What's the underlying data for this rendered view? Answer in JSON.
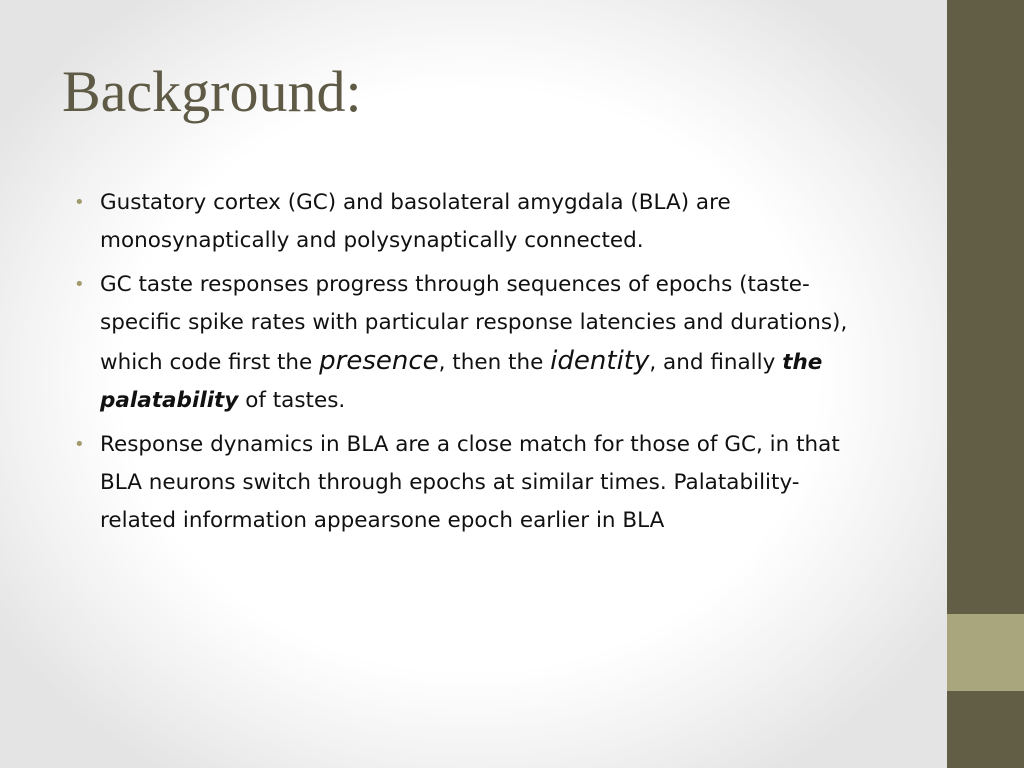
{
  "slide": {
    "title": "Background:",
    "bullets": [
      {
        "text": "Gustatory cortex (GC) and basolateral amygdala (BLA) are monosynaptically  and polysynaptically connected."
      },
      {
        "part1": "GC taste responses progress through sequences of epochs (taste-specific spike rates with particular response latencies and durations), which code first the ",
        "em1": "presence",
        "part2": ", then the ",
        "em2": "identity",
        "part3": ", and finally ",
        "strong_em": "the palatability",
        "part4": " of tastes."
      },
      {
        "text": "Response dynamics in BLA are a close match for those of GC, in that BLA neurons switch through epochs at similar times. Palatability-related information appearsone epoch earlier in BLA"
      }
    ]
  },
  "theme": {
    "title_color": "#5e5a45",
    "sidebar_color": "#625d45",
    "accent_color": "#a9a57c",
    "bullet_color": "#a09a6e"
  }
}
